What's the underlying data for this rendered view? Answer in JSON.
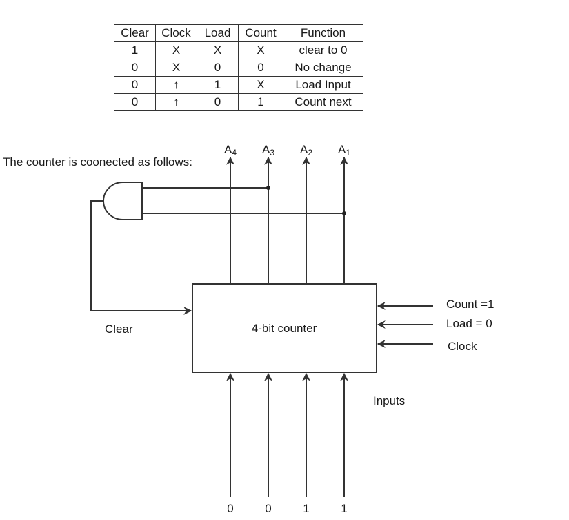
{
  "table": {
    "headers": [
      "Clear",
      "Clock",
      "Load",
      "Count",
      "Function"
    ],
    "rows": [
      [
        "1",
        "X",
        "X",
        "X",
        "clear to 0"
      ],
      [
        "0",
        "X",
        "0",
        "0",
        "No change"
      ],
      [
        "0",
        "↑",
        "1",
        "X",
        "Load Input"
      ],
      [
        "0",
        "↑",
        "0",
        "1",
        "Count next"
      ]
    ]
  },
  "diagram": {
    "caption": "The counter is coonected as follows:",
    "outputs": [
      {
        "name": "A",
        "sub": "4"
      },
      {
        "name": "A",
        "sub": "3"
      },
      {
        "name": "A",
        "sub": "2"
      },
      {
        "name": "A",
        "sub": "1"
      }
    ],
    "gate": "AND",
    "gate_inputs": [
      "A3",
      "A1"
    ],
    "clear_label": "Clear",
    "counter_label": "4-bit counter",
    "control_inputs": [
      "Count =1",
      "Load = 0",
      "Clock"
    ],
    "inputs_label": "Inputs",
    "input_values": [
      "0",
      "0",
      "1",
      "1"
    ]
  }
}
